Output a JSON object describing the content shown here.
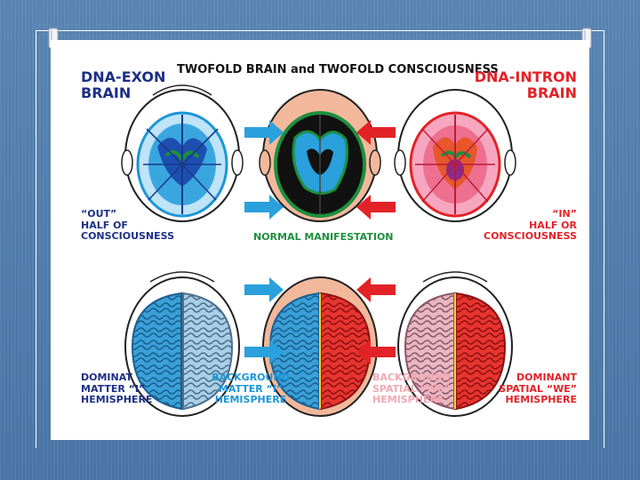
{
  "slide": {
    "title": "TWOFOLD BRAIN and TWOFOLD CONSCIOUSNESS",
    "left_heading_1": "DNA-EXON",
    "left_heading_2": "BRAIN",
    "right_heading_1": "DNA-INTRON",
    "right_heading_2": "BRAIN",
    "left_mid_1": "“OUT”",
    "left_mid_2": "HALF OF",
    "left_mid_3": "CONSCIOUSNESS",
    "right_mid_1": "“IN”",
    "right_mid_2": "HALF OR",
    "right_mid_3": "CONSCIOUSNESS",
    "center_mid": "NORMAL MANIFESTATION",
    "bl_1": "DOMINAT",
    "bl_2": "MATTER “I”",
    "bl_3": "HEMISPHERE",
    "bc1_1": "BACKGROUND",
    "bc1_2": "MATTER “I”",
    "bc1_3": "HEMISPHERE",
    "bc2_1": "BACKGROUND",
    "bc2_2": "SPATIAL “WE”",
    "bc2_3": "HEMISPHERE",
    "br_1": "DOMINANT",
    "br_2": "SPATIAL “WE”",
    "br_3": "HEMISPHERE"
  },
  "colors": {
    "exon_blue": "#1b96d8",
    "intron_red": "#e32227",
    "normal_green": "#1e8f3e",
    "navy_text": "#1c2f86",
    "skin": "#f2b89c",
    "slide_background": "#4f7bab"
  },
  "icons": [
    "push-pin-icon",
    "arrow-right-icon",
    "arrow-left-icon"
  ]
}
